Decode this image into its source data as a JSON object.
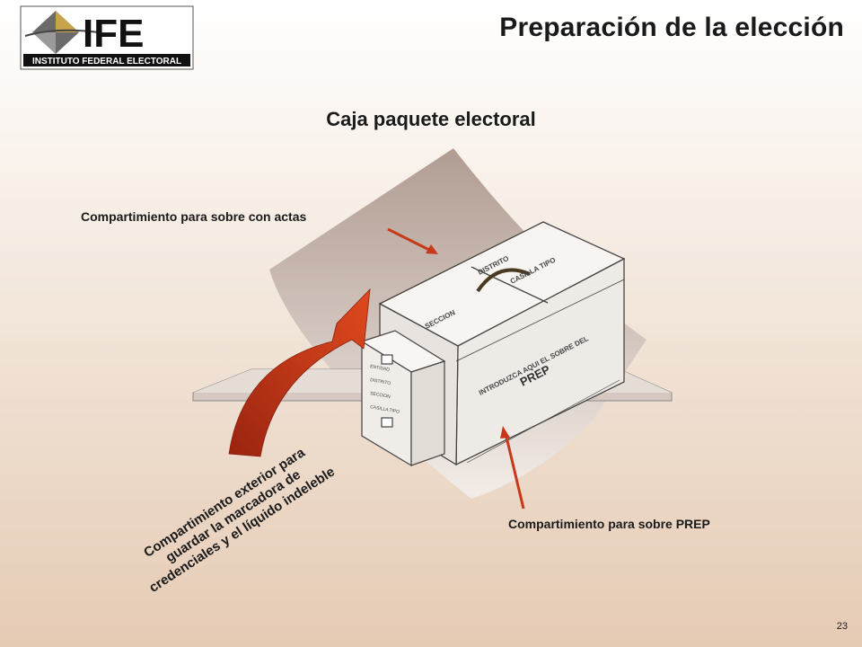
{
  "header": {
    "logo_text": "IFE",
    "logo_subtext": "INSTITUTO FEDERAL ELECTORAL",
    "title": "Preparación de la elección"
  },
  "main": {
    "subtitle": "Caja paquete electoral",
    "labels": {
      "actas": "Compartimiento para sobre con actas",
      "prep": "Compartimiento para sobre PREP",
      "exterior_line1": "Compartimiento exterior para",
      "exterior_line2": "guardar la marcadora de",
      "exterior_line3": "credenciales y el líquido indeleble"
    },
    "box_text": {
      "seccion": "SECCION",
      "distrito": "DISTRITO",
      "casilla_tipo": "CASILLA TIPO",
      "introduzca": "INTRODUZCA AQUI EL SOBRE DEL",
      "prep": "PREP",
      "side_entidad": "ENTIDAD",
      "side_distrito": "DISTRITO",
      "side_seccion": "SECCION",
      "side_casilla": "CASILLA TIPO"
    }
  },
  "footer": {
    "page_number": "23"
  },
  "colors": {
    "accent_arrow": "#c8381a",
    "text": "#1a1a1a"
  }
}
